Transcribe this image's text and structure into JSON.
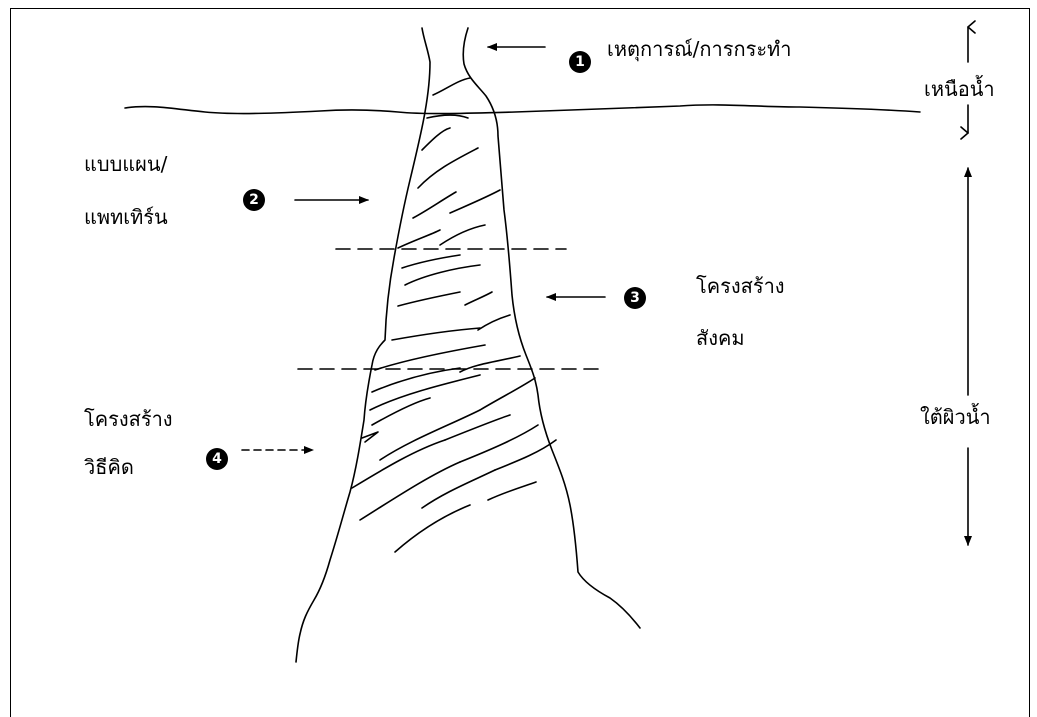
{
  "labels": {
    "event": "เหตุการณ์/การกระทำ",
    "pattern_line1": "แบบแผน/",
    "pattern_line2": "แพทเทิร์น",
    "social_line1": "โครงสร้าง",
    "social_line2": "สังคม",
    "mental_line1": "โครงสร้าง",
    "mental_line2": "วิธีคิด",
    "above_water": "เหนือน้ำ",
    "below_water": "ใต้ผิวน้ำ"
  },
  "badges": {
    "b1": "1",
    "b2": "2",
    "b3": "3",
    "b4": "4"
  }
}
